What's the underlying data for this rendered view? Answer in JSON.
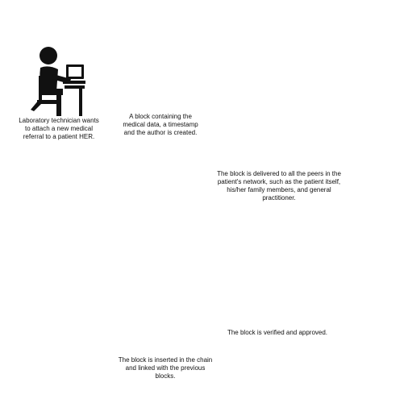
{
  "colors": {
    "arrow": "#4a72c0",
    "arrow_thin": "#5b86c8",
    "puzzle_blue": "#2f5f9a",
    "puzzle_gray": "#8f8f8f",
    "puzzle_light": "#c9c9c9",
    "badge_bg": "#eaf2f8",
    "badge_blue": "#3ba0d8",
    "check": "#5cb85c",
    "device": "#111111",
    "person": "#111111"
  },
  "badge": {
    "title": "HIPAA"
  },
  "captions": {
    "technician": "Laboratory technician wants\nto attach a new medical\nreferral to a patient HER.",
    "block_created": "A block containing the\nmedical data, a timestamp\nand the author is created.",
    "delivered": "The block is delivered to all the peers in the\npatient's network, such as the patient itself,\nhis/her family members, and general\npractitioner.",
    "verified": "The block is verified and approved.",
    "inserted": "The block is inserted in the chain\nand linked with the previous\nblocks."
  }
}
